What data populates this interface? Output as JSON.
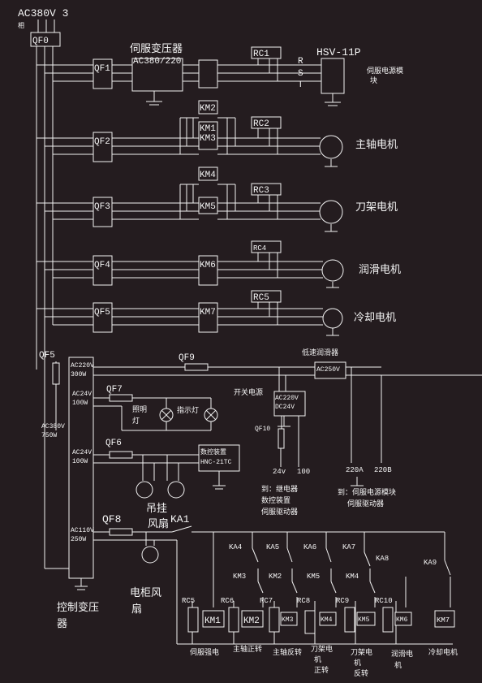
{
  "supply": {
    "label": "AC380V 3",
    "sub": "相"
  },
  "breakers": {
    "qf0": "QF0",
    "qf1": "QF1",
    "qf2": "QF2",
    "qf3": "QF3",
    "qf4": "QF4",
    "qf5": "QF5",
    "qf6": "QF6",
    "qf7": "QF7",
    "qf8": "QF8",
    "qf9": "QF9",
    "qf10": "QF10"
  },
  "servo": {
    "transformer_title": "伺服变压器",
    "transformer_rating": "AC380/220",
    "rc": "RC1",
    "phases": [
      "R",
      "S",
      "T"
    ],
    "module": "HSV-11P",
    "module_note_1": "伺服电源模",
    "module_note_2": "块"
  },
  "spindle": {
    "km_a": "KM2",
    "km_b": "KM1",
    "km_c": "KM3",
    "rc": "RC2",
    "label": "主轴电机"
  },
  "turret": {
    "km_a": "KM4",
    "km_b": "KM5",
    "rc": "RC3",
    "label": "刀架电机"
  },
  "lube": {
    "km": "KM6",
    "rc": "RC4",
    "label": "润滑电机"
  },
  "coolant": {
    "km": "KM7",
    "rc": "RC5",
    "label": "冷却电机",
    "pump": "低速润滑器"
  },
  "ctrl_transformer": {
    "title_1": "控制变压",
    "title_2": "器",
    "in_1": "AC380V",
    "in_2": "750W",
    "out220_1": "AC220V",
    "out220_2": "300W",
    "out24a_1": "AC24V",
    "out24a_2": "100W",
    "out24b_1": "AC24V",
    "out24b_2": "100W",
    "out110_1": "AC110V",
    "out110_2": "250W"
  },
  "ac250": "AC250V",
  "switch_psu": {
    "title": "开关电源",
    "rating_1": "AC220V",
    "rating_2": "DC24V",
    "dc": "24v",
    "zero": "100"
  },
  "servo_drive": {
    "t1": "220A",
    "t2": "220B"
  },
  "notes": {
    "n1": "到：继电器",
    "n2": "数控装置",
    "n3": "伺服驱动器",
    "n4": "到：伺服电源模块",
    "n5": "伺服驱动器"
  },
  "lamps": {
    "light_1": "照明",
    "light_2": "灯",
    "indicator": "指示灯"
  },
  "cnc": {
    "l1": "数控装置",
    "l2": "HNC-21TC"
  },
  "fans": {
    "hang_1": "吊挂",
    "hang_2": "风扇",
    "cab_1": "电柜风",
    "cab_2": "扇"
  },
  "relay_main": "KA1",
  "relays": [
    "KA4",
    "KA5",
    "KA6",
    "KA7",
    "KA8",
    "KA9"
  ],
  "interlocks": [
    "KM3",
    "KM2",
    "KM5",
    "KM4"
  ],
  "suppressors": [
    "RC5",
    "RC6",
    "RC7",
    "RC8",
    "RC9",
    "RC10"
  ],
  "coils": [
    "KM1",
    "KM2",
    "KM3",
    "KM4",
    "KM5",
    "KM6",
    "KM7"
  ],
  "coil_labels": [
    {
      "lines": [
        "伺服强电"
      ]
    },
    {
      "lines": [
        "主轴正转"
      ]
    },
    {
      "lines": [
        "主轴反转"
      ]
    },
    {
      "lines": [
        "刀架电",
        "机",
        "正转"
      ]
    },
    {
      "lines": [
        "刀架电",
        "机",
        "反转"
      ]
    },
    {
      "lines": [
        "润滑电",
        "机"
      ]
    },
    {
      "lines": [
        "冷却电机"
      ]
    }
  ]
}
